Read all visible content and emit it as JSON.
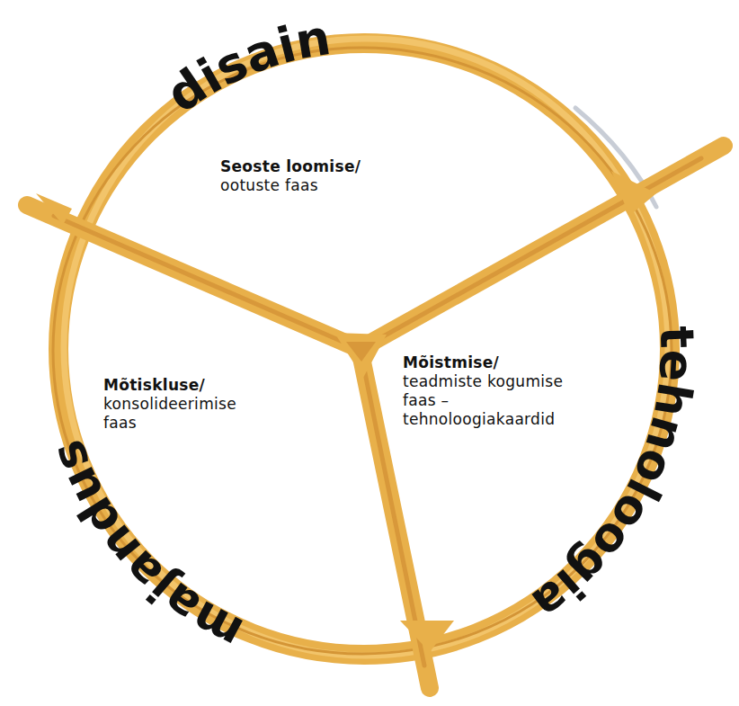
{
  "diagram": {
    "nodes": [
      {
        "text": [
          "Seoste loomise/",
          "ootuste faas"
        ]
      },
      {
        "text": [
          "Mõtiskluse/",
          "konsolideerimise faas"
        ]
      },
      {
        "text": [
          "Mõistmise/",
          "teadmiste kogumise faas – tehnoloogiakaardid"
        ]
      }
    ],
    "labels": [
      "disain",
      "tehnoloogia",
      "majandus"
    ]
  }
}
